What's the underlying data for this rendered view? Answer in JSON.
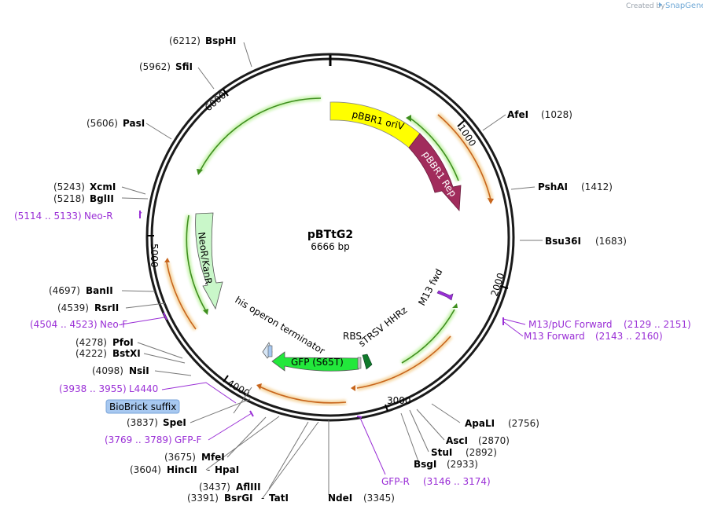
{
  "credit": {
    "prefix": "Created by",
    "brand": "SnapGene"
  },
  "plasmid": {
    "name": "pBTtG2",
    "length": "6666 bp"
  },
  "ticks": [
    "1000",
    "2000",
    "3000",
    "4000",
    "5000",
    "6000"
  ],
  "enzymes_right": [
    {
      "name": "AfeI",
      "pos": "(1028)"
    },
    {
      "name": "PshAI",
      "pos": "(1412)"
    },
    {
      "name": "Bsu36I",
      "pos": "(1683)"
    },
    {
      "name": "ApaLI",
      "pos": "(2756)"
    },
    {
      "name": "AscI",
      "pos": "(2870)"
    },
    {
      "name": "StuI",
      "pos": "(2892)"
    },
    {
      "name": "BsgI",
      "pos": "(2933)"
    },
    {
      "name": "NdeI",
      "pos": "(3345)"
    }
  ],
  "enzymes_left": [
    {
      "name": "BspHI",
      "pos": "(6212)"
    },
    {
      "name": "SfiI",
      "pos": "(5962)"
    },
    {
      "name": "PasI",
      "pos": "(5606)"
    },
    {
      "name": "XcmI",
      "pos": "(5243)"
    },
    {
      "name": "BglII",
      "pos": "(5218)"
    },
    {
      "name": "BanII",
      "pos": "(4697)"
    },
    {
      "name": "RsrII",
      "pos": "(4539)"
    },
    {
      "name": "PfoI",
      "pos": "(4278)"
    },
    {
      "name": "BstXI",
      "pos": "(4222)"
    },
    {
      "name": "NsiI",
      "pos": "(4098)"
    },
    {
      "name": "SpeI",
      "pos": "(3837)"
    },
    {
      "name": "MfeI",
      "pos": "(3675)"
    },
    {
      "name": "AflIII",
      "pos": "(3437)"
    }
  ],
  "enzymes_pairs": [
    {
      "pos": "(3604)",
      "a": "HincII",
      "sep": "-",
      "b": "HpaI"
    },
    {
      "pos": "(3391)",
      "a": "BsrGI",
      "sep": "-",
      "b": "TatI"
    }
  ],
  "primers": [
    {
      "name": "Neo-R",
      "range": "(5114 .. 5133)"
    },
    {
      "name": "Neo-F",
      "range": "(4504 .. 4523)"
    },
    {
      "name": "L4440",
      "range": "(3938 .. 3955)"
    },
    {
      "name": "GFP-F",
      "range": "(3769 .. 3789)"
    },
    {
      "name": "GFP-R",
      "range": "(3146 .. 3174)"
    },
    {
      "name": "M13/pUC Forward",
      "range": "(2129 .. 2151)"
    },
    {
      "name": "M13 Forward",
      "range": "(2143 .. 2160)"
    }
  ],
  "features": {
    "pbbr1_oriv": "pBBR1 oriV",
    "pbbr1_rep": "pBBR1 Rep",
    "neor_kanr": "NeoR/KanR",
    "his_terminator": "his operon terminator",
    "rbs": "RBS",
    "strsv": "sTRSV HHRz",
    "gfp": "GFP (S65T)",
    "m13_fwd": "M13 fwd",
    "biobrick": "BioBrick suffix"
  },
  "colors": {
    "backbone": "#1a1a1a",
    "pbbr1_oriv": "#ffff00",
    "pbbr1_rep": "#a12c5c",
    "neor_kanr": "#c9f7c9",
    "gfp": "#22e83b",
    "strsv": "#0f7a2a",
    "primer": "#9a2fd6",
    "orf_green": "#3f8f1f",
    "orf_orange": "#c8651c",
    "biobrick": "#a7c8f0"
  }
}
